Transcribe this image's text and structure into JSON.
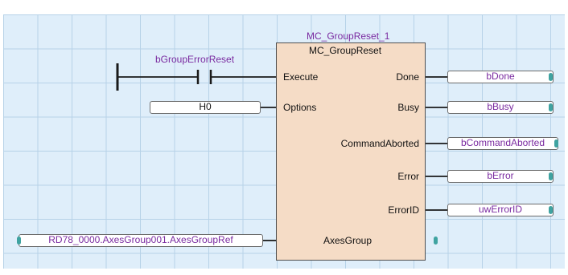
{
  "instance_name": "MC_GroupReset_1",
  "fb_type": "MC_GroupReset",
  "contact": {
    "variable": "bGroupErrorReset",
    "type": "normally-open-contact"
  },
  "inputs": {
    "execute": "Execute",
    "options": "Options",
    "axes_group": "AxesGroup"
  },
  "outputs": {
    "done": "Done",
    "busy": "Busy",
    "command_aborted": "CommandAborted",
    "error": "Error",
    "error_id": "ErrorID"
  },
  "variables": {
    "options_value": "H0",
    "axes_group_ref": "RD78_0000.AxesGroup001.AxesGroupRef",
    "done_var": "bDone",
    "busy_var": "bBusy",
    "command_aborted_var": "bCommandAborted",
    "error_var": "bError",
    "error_id_var": "uwErrorID"
  },
  "colors": {
    "grid_background": "#dfeefa",
    "grid_lines": "#b7d2e8",
    "fb_fill": "#f5dcc6",
    "variable_text": "#7a2aa0",
    "pin_color": "#3fa3a1"
  }
}
